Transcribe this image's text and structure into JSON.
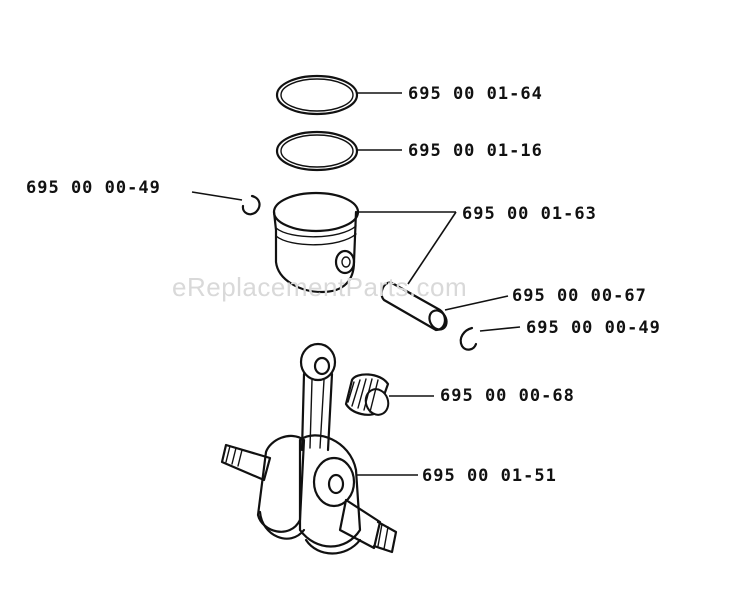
{
  "watermark": "eReplacementParts.com",
  "parts": [
    {
      "id": "ring-top",
      "part_number": "695 00 01-64"
    },
    {
      "id": "ring-second",
      "part_number": "695 00 01-16"
    },
    {
      "id": "circlip-left",
      "part_number": "695 00 00-49"
    },
    {
      "id": "piston",
      "part_number": "695 00 01-63"
    },
    {
      "id": "piston-pin",
      "part_number": "695 00 00-67"
    },
    {
      "id": "circlip-right",
      "part_number": "695 00 00-49"
    },
    {
      "id": "needle-bearing",
      "part_number": "695 00 00-68"
    },
    {
      "id": "crankshaft",
      "part_number": "695 00 01-51"
    }
  ]
}
